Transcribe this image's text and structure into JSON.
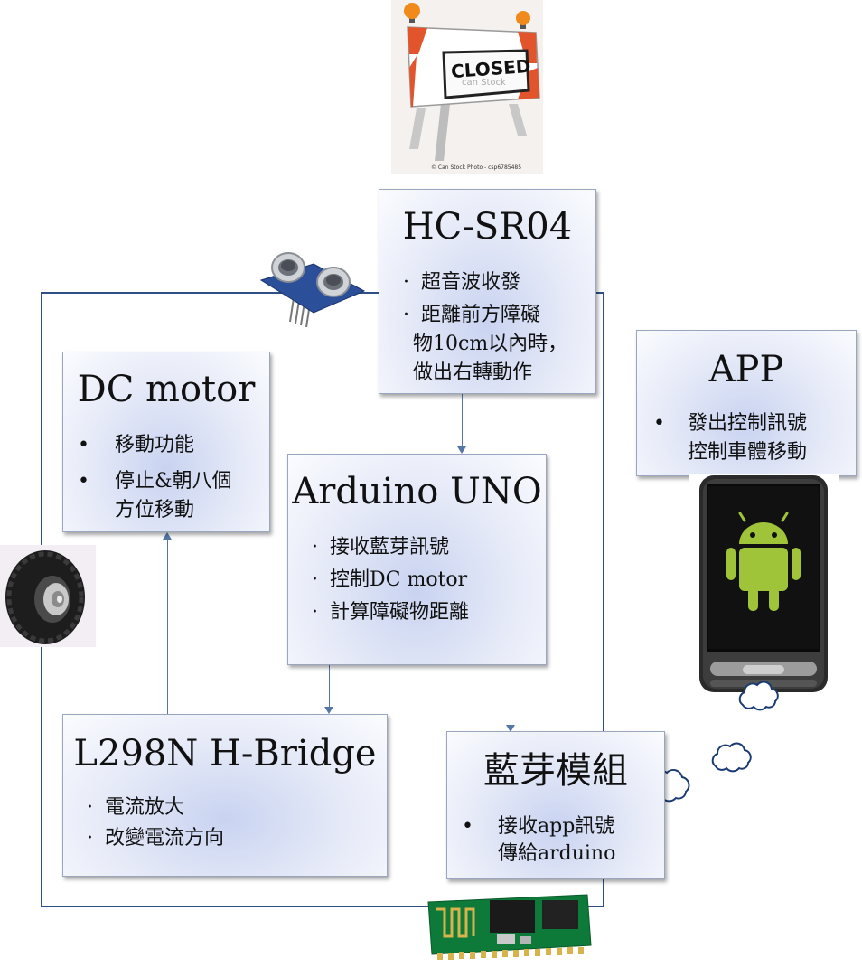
{
  "closed_sign": {
    "text": "CLOSED",
    "watermark": "can Stock",
    "caption": "© Can Stock Photo - csp6785485"
  },
  "hc_sr04": {
    "title": "HC-SR04",
    "bullet1": "超音波收發",
    "bullet2a": "距離前方障礙",
    "bullet2b": "物10cm以內時，",
    "bullet2c": "做出右轉動作"
  },
  "dc_motor": {
    "title": "DC motor",
    "bullet1": "移動功能",
    "bullet2a": "停止&朝八個",
    "bullet2b": "方位移動"
  },
  "arduino": {
    "title": "Arduino UNO",
    "bullet1": "接收藍芽訊號",
    "bullet2": "控制DC motor",
    "bullet3": "計算障礙物距離"
  },
  "app": {
    "title": "APP",
    "bullet1a": "發出控制訊號",
    "bullet1b": "控制車體移動"
  },
  "l298n": {
    "title": "L298N H-Bridge",
    "bullet1": "電流放大",
    "bullet2": "改變電流方向"
  },
  "bluetooth": {
    "title": "藍芽模組",
    "bullet1a": "接收app訊號",
    "bullet1b": "傳給arduino"
  },
  "bullets": {
    "dot": "•",
    "middot": "·"
  },
  "colors": {
    "connector": "#2d4f86",
    "box_fill": "#dfe5f7",
    "android_green": "#9fc43a"
  },
  "icons": [
    "ultrasonic-sensor-icon",
    "wheel-icon",
    "bluetooth-module-icon",
    "android-phone-icon",
    "cloud-icon",
    "closed-sign-icon"
  ]
}
